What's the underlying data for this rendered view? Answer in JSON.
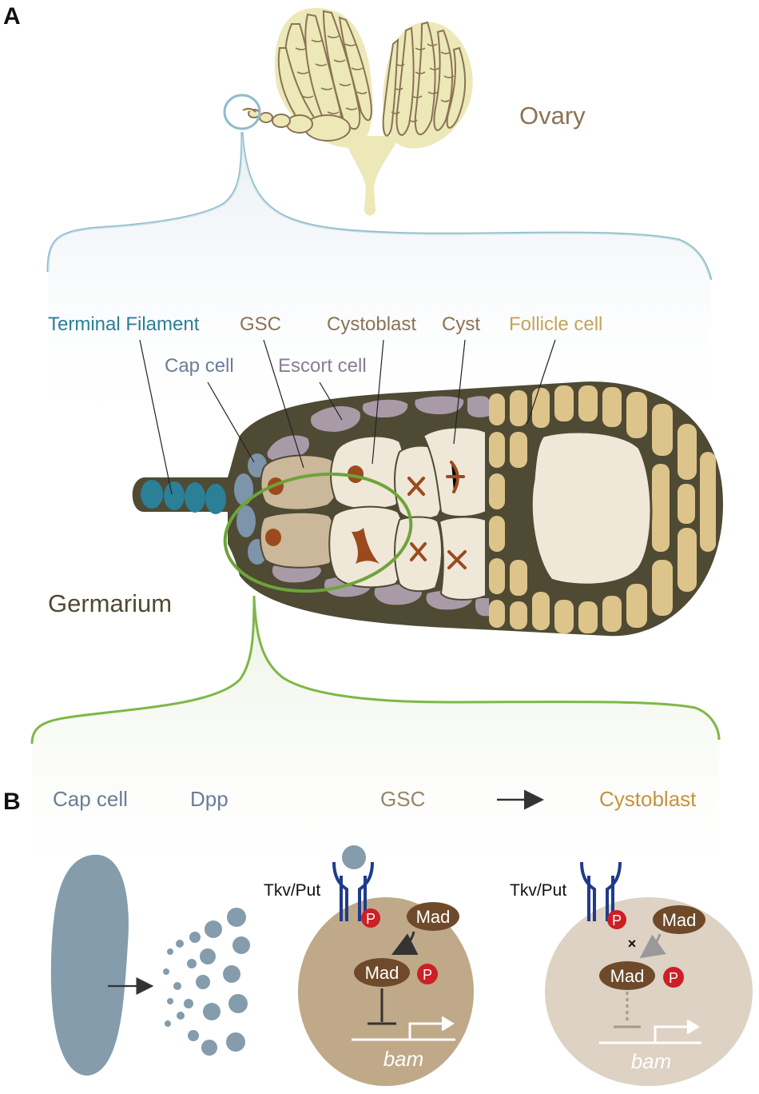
{
  "panels": {
    "a": "A",
    "b": "B"
  },
  "labels": {
    "ovary": "Ovary",
    "terminal_filament": "Terminal Filament",
    "gsc": "GSC",
    "cystoblast": "Cystoblast",
    "cyst": "Cyst",
    "follicle_cell": "Follicle cell",
    "cap_cell": "Cap cell",
    "escort_cell": "Escort cell",
    "germarium": "Germarium"
  },
  "pathway": {
    "cap_cell": "Cap cell",
    "dpp": "Dpp",
    "gsc": "GSC",
    "cystoblast": "Cystoblast",
    "receptor_left": "Tkv/Put",
    "receptor_right": "Tkv/Put",
    "phospho": "P",
    "mad": "Mad",
    "gene": "bam",
    "block_mark": "×"
  },
  "colors": {
    "terminal_filament": "#2b7f96",
    "cap_cell": "#7d94aa",
    "escort_cell": "#a99aa8",
    "gsc": "#cbb89a",
    "germline": "#efe7d8",
    "follicle": "#ddc48a",
    "outline": "#4f4a33",
    "nucleus": "#9b4a1e",
    "ovary_fill": "#ece8b8",
    "ovary_line": "#8a7355",
    "blue_bracket": "#8fbccb",
    "green_ring": "#6da43a",
    "dpp": "#849cab",
    "receptor": "#1f3b8c",
    "phospho": "#cc1f26",
    "mad": "#6e4a2a",
    "gsc_cell": "#bfa988",
    "cystoblast_cell": "#ddd2c3"
  }
}
